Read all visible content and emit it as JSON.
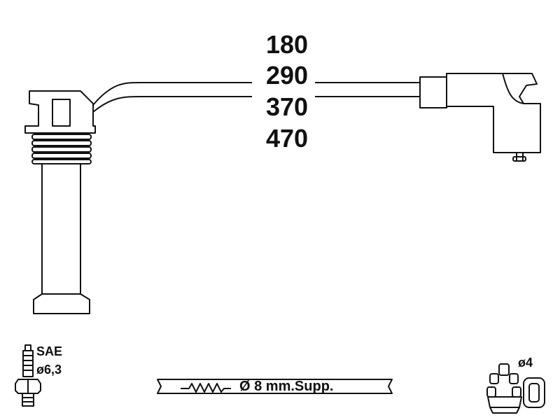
{
  "lengths": [
    "180",
    "290",
    "370",
    "470"
  ],
  "plug": {
    "standard": "SAE",
    "diameter": "ø6,3"
  },
  "cable": {
    "spec": "Ø 8 mm.Supp."
  },
  "distributor": {
    "diameter": "ø4"
  },
  "colors": {
    "line": "#111111",
    "background": "#ffffff"
  },
  "icons": [
    "spark-plug-icon",
    "resistor-icon",
    "distributor-cap-icon"
  ]
}
